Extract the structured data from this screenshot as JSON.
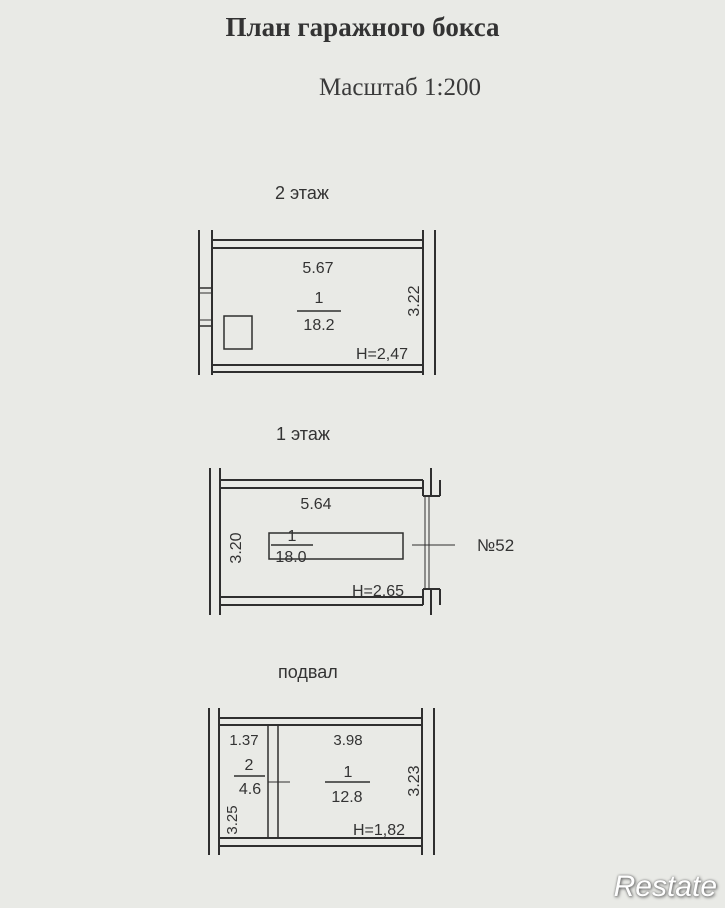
{
  "document": {
    "title": "План гаражного бокса",
    "scale": "Масштаб 1:200"
  },
  "floors": {
    "second": {
      "title": "2 этаж",
      "length": "5.67",
      "width": "3.22",
      "room_number": "1",
      "room_area": "18.2",
      "height": "H=2,47"
    },
    "first": {
      "title": "1 этаж",
      "length": "5.64",
      "width": "3.20",
      "room_number": "1",
      "room_area": "18.0",
      "height": "H=2,65",
      "box_number": "№52"
    },
    "basement": {
      "title": "подвал",
      "small_room_length": "1.37",
      "small_room_width": "3.25",
      "small_room_number": "2",
      "small_room_area": "4.6",
      "large_room_length": "3.98",
      "large_room_width": "3.23",
      "large_room_number": "1",
      "large_room_area": "12.8",
      "height": "H=1,82"
    }
  },
  "watermark": "Restate",
  "colors": {
    "paper": "#e9eae6",
    "ink": "#2a2a2a"
  }
}
